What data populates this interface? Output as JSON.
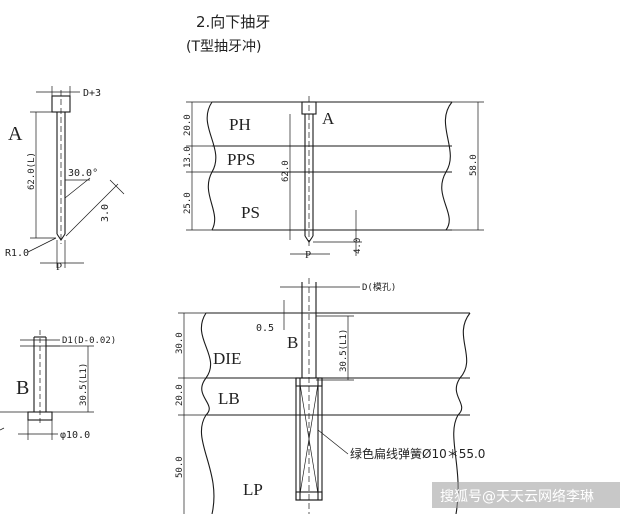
{
  "title": {
    "line1": "2.向下抽牙",
    "line2": "(T型抽牙冲)"
  },
  "punch_a": {
    "label": "A",
    "d_label": "D+3",
    "length_label": "62.0(L)",
    "angle_label": "30.0°",
    "tip_label": "3.0",
    "radius_label": "R1.0",
    "p_label": "P"
  },
  "assembly_a": {
    "label": "A",
    "layers": [
      "PH",
      "PPS",
      "PS"
    ],
    "dims": [
      "20.0",
      "13.0",
      "25.0"
    ],
    "length_label": "62.0",
    "total_label": "58.0",
    "protrude_label": "4.0",
    "p_label": "P"
  },
  "punch_b": {
    "label": "B",
    "d_label": "D1(D-0.02)",
    "length_label": "30.5(L1)",
    "diameter_label": "φ10.0"
  },
  "assembly_b": {
    "label": "B",
    "d_label": "D(模孔)",
    "gap_label": "0.5",
    "layers": [
      "DIE",
      "LB",
      "LP"
    ],
    "dims": [
      "30.0",
      "20.0",
      "50.0"
    ],
    "length_label": "30.5(L1)",
    "spring_label": "绿色扁线弹簧Ø10＊55.0"
  },
  "watermark": "搜狐号@天天云网络李琳"
}
